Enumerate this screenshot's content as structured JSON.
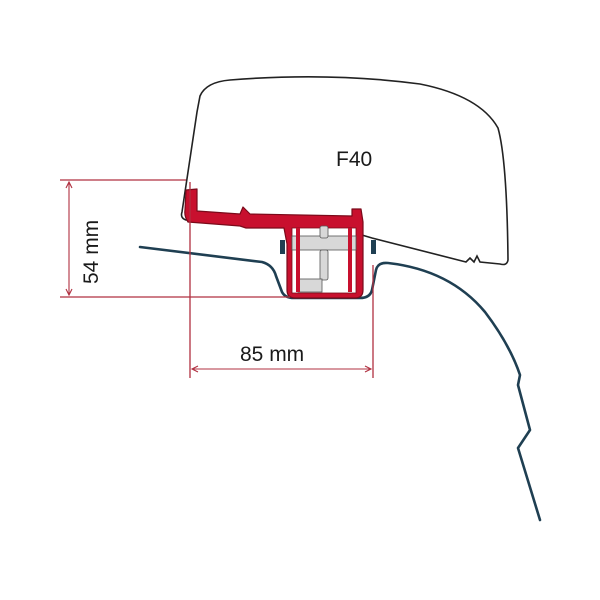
{
  "diagram": {
    "product_label": "F40",
    "dimensions": {
      "height": {
        "value": "54 mm"
      },
      "width": {
        "value": "85 mm"
      }
    },
    "colors": {
      "dimension_line": "#b03040",
      "adapter": "#c8102e",
      "adapter_outline": "#7a0a1a",
      "vehicle_roof": "#1f3f52",
      "awning_outline": "#222222",
      "clamp_fill": "#d8d8d8"
    }
  }
}
